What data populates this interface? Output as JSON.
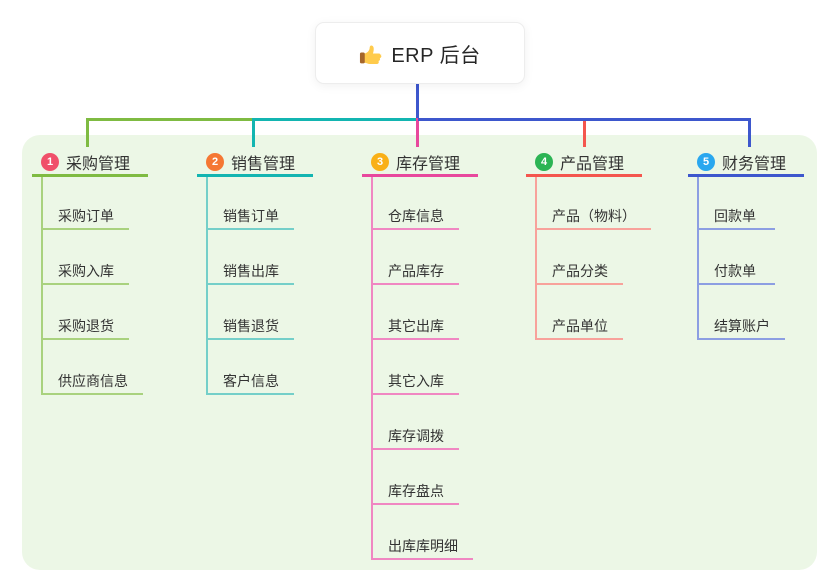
{
  "root": {
    "title": "ERP 后台",
    "icon": "thumbs-up-icon",
    "background": "#ffffff",
    "text_color": "#262626"
  },
  "panel": {
    "background": "#ecf7e6"
  },
  "branches": [
    {
      "num": "1",
      "title": "采购管理",
      "badge_color": "#f0506a",
      "line_color": "#7fbb42",
      "light_color": "#a9d27e",
      "children": [
        "采购订单",
        "采购入库",
        "采购退货",
        "供应商信息"
      ]
    },
    {
      "num": "2",
      "title": "销售管理",
      "badge_color": "#f57733",
      "line_color": "#13b5b1",
      "light_color": "#74cfc9",
      "children": [
        "销售订单",
        "销售出库",
        "销售退货",
        "客户信息"
      ]
    },
    {
      "num": "3",
      "title": "库存管理",
      "badge_color": "#f9b017",
      "line_color": "#e8489d",
      "light_color": "#f087c2",
      "children": [
        "仓库信息",
        "产品库存",
        "其它出库",
        "其它入库",
        "库存调拨",
        "库存盘点",
        "出库库明细"
      ]
    },
    {
      "num": "4",
      "title": "产品管理",
      "badge_color": "#2cb454",
      "line_color": "#f4564e",
      "light_color": "#f8a29b",
      "children": [
        "产品（物料）",
        "产品分类",
        "产品单位"
      ]
    },
    {
      "num": "5",
      "title": "财务管理",
      "badge_color": "#29a7ef",
      "line_color": "#3d57cd",
      "light_color": "#8c9ee2",
      "children": [
        "回款单",
        "付款单",
        "结算账户"
      ]
    }
  ]
}
